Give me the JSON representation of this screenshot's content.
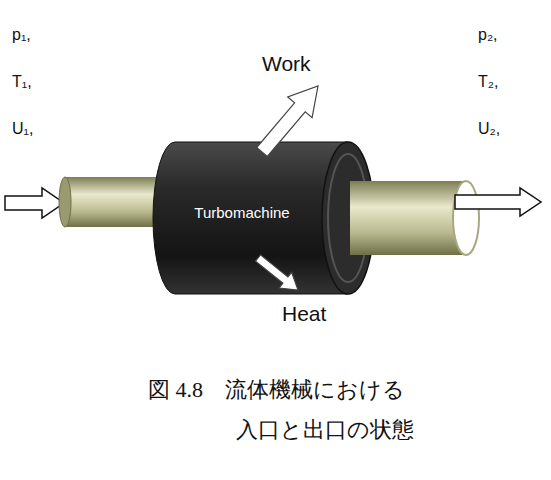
{
  "diagram": {
    "caption": "図 4.8　流体機械における 入口と出口の状態",
    "nodes": [
      {
        "text": [
          "Turbomachine"
        ]
      }
    ],
    "labels": [
      "p₁,",
      "T₁,",
      "U₁,",
      "p₂,",
      "T₂,",
      "U₂,",
      "Work",
      "Heat"
    ]
  }
}
